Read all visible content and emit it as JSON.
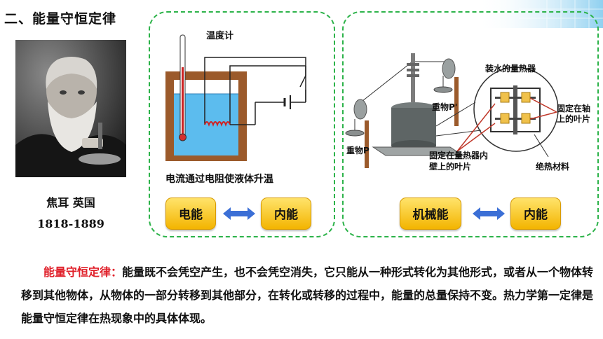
{
  "header": {
    "title": "二、能量守恒定律"
  },
  "person": {
    "name_country": "焦耳 英国",
    "years": "1818-1889"
  },
  "left_panel": {
    "thermometer_label": "温度计",
    "caption": "电流通过电阻使液体升温",
    "from_label": "电能",
    "to_label": "内能"
  },
  "right_panel": {
    "calorimeter_label": "装水的量热器",
    "weight_label": "重物P",
    "weight_label_2": "重物P'",
    "fixed_shaft_label": "固定在轴上的叶片",
    "fixed_wall_label": "固定在量热器内壁上的叶片",
    "insulation_label": "绝热材料",
    "from_label": "机械能",
    "to_label": "内能"
  },
  "law": {
    "term": "能量守恒定律：",
    "text": "能量既不会凭空产生，也不会凭空消失，它只能从一种形式转化为其他形式，或者从一个物体转移到其他物体，从物体的一部分转移到其他部分，在转化或转移的过程中，能量的总量保持不变。热力学第一定律是能量守恒定律在热现象中的具体体现。"
  },
  "colors": {
    "accent_red": "#e0202a",
    "panel_border": "#2db34a",
    "button_gold": "#f3b400",
    "arrow_blue": "#3b6fd6"
  }
}
